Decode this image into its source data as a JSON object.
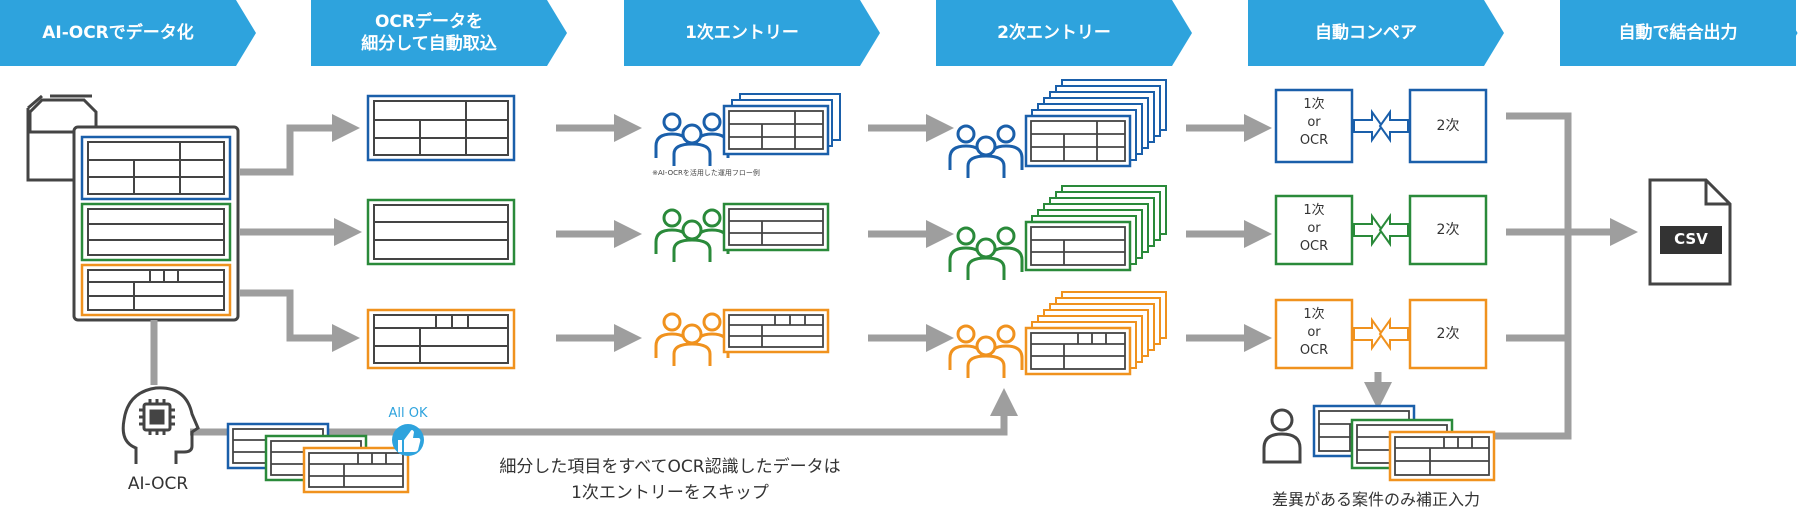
{
  "stages": [
    {
      "label": "AI-OCRでデータ化"
    },
    {
      "label": "OCRデータを\n細分して自動取込"
    },
    {
      "label": "1次エントリー"
    },
    {
      "label": "2次エントリー"
    },
    {
      "label": "自動コンペア"
    },
    {
      "label": "自動で結合出力"
    }
  ],
  "colors": {
    "stage_header": "#2ea3dd",
    "blue": "#1a5faa",
    "green": "#2a8a3a",
    "orange": "#f0921e",
    "arrow_gray": "#9e9e9e",
    "dark": "#444444"
  },
  "labels": {
    "ai_ocr": "AI-OCR",
    "note": "※AI-OCRを活用した運用フロー例",
    "all_ok": "All OK",
    "skip_text": "細分した項目をすべてOCR認識したデータは\n1次エントリーをスキップ",
    "compare_first": "1次\nor\nOCR",
    "compare_second": "2次",
    "manual_fix": "差異がある案件のみ補正入力",
    "csv": "CSV"
  },
  "icons": [
    "document-stack-icon",
    "table-icon",
    "people-group-icon",
    "ai-head-icon",
    "thumbs-up-icon",
    "person-icon",
    "csv-file-icon",
    "compare-arrows-icon"
  ]
}
